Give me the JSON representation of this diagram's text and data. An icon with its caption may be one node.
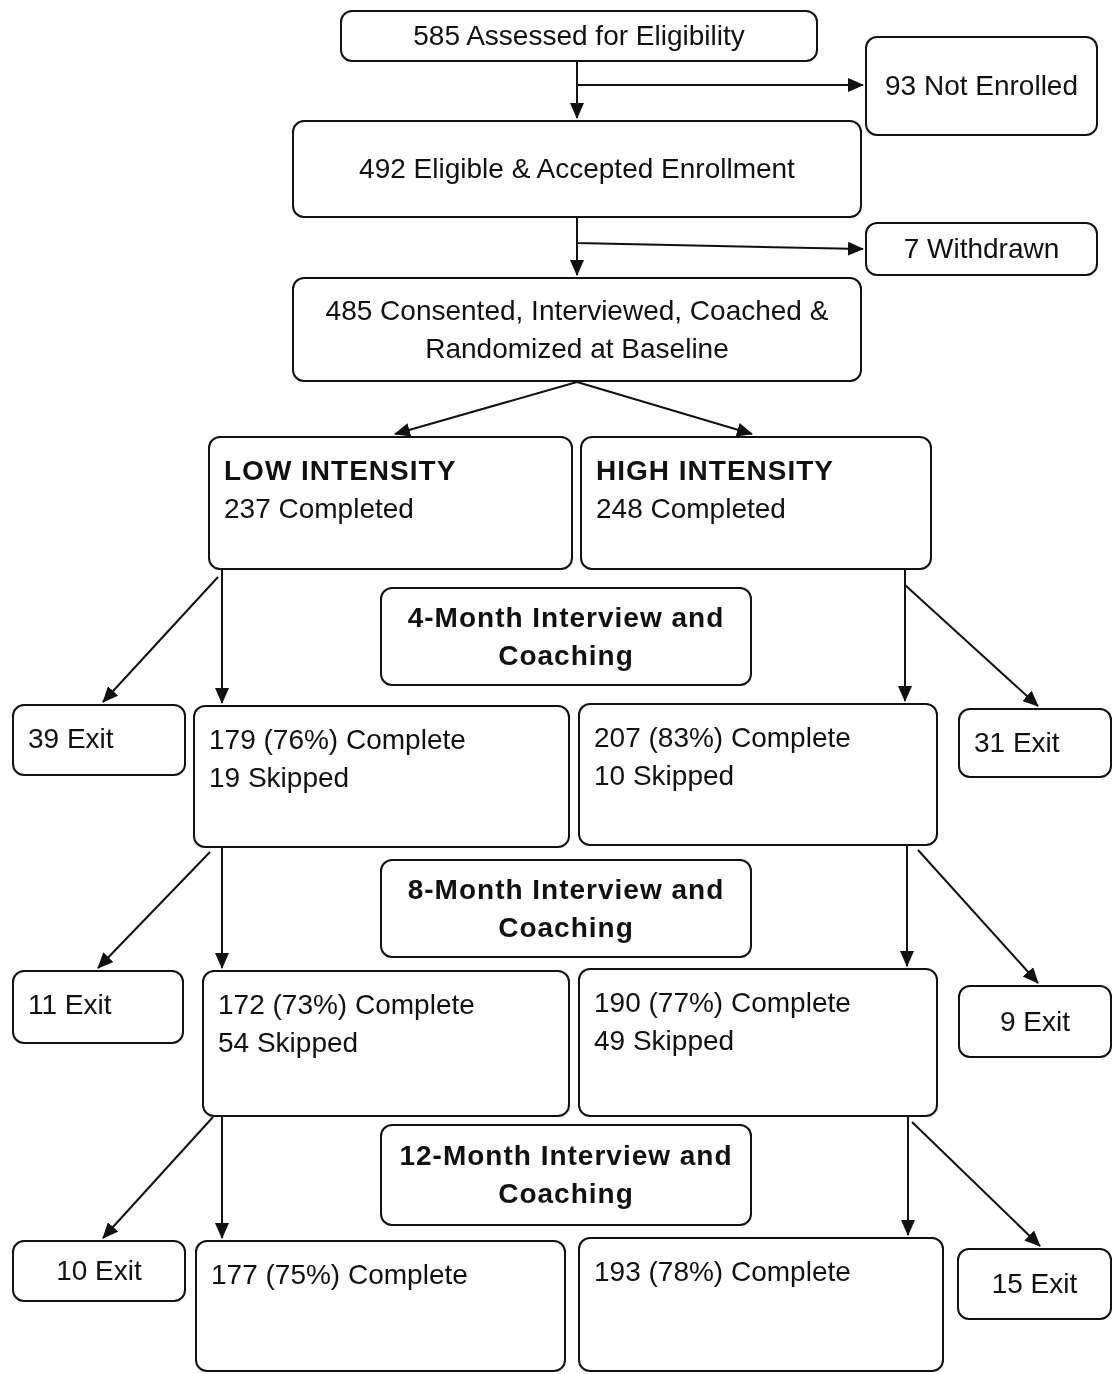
{
  "diagram": {
    "nodes": [
      {
        "text": [
          "585 Assessed for Eligibility"
        ]
      },
      {
        "text": [
          "93 Not Enrolled"
        ]
      },
      {
        "text": [
          "492 Eligible & Accepted Enrollment"
        ]
      },
      {
        "text": [
          "7 Withdrawn"
        ]
      },
      {
        "text": [
          "485 Consented, Interviewed, Coached & Randomized at Baseline"
        ]
      },
      {
        "text": [
          "LOW INTENSITY",
          "237 Completed"
        ]
      },
      {
        "text": [
          "HIGH INTENSITY",
          "248 Completed"
        ]
      },
      {
        "text": [
          "4-Month Interview and Coaching"
        ]
      },
      {
        "text": [
          "39 Exit"
        ]
      },
      {
        "text": [
          "179 (76%) Complete",
          "19 Skipped"
        ]
      },
      {
        "text": [
          "207 (83%) Complete",
          "10 Skipped"
        ]
      },
      {
        "text": [
          "31 Exit"
        ]
      },
      {
        "text": [
          "8-Month Interview and Coaching"
        ]
      },
      {
        "text": [
          "11 Exit"
        ]
      },
      {
        "text": [
          "172 (73%) Complete",
          "54 Skipped"
        ]
      },
      {
        "text": [
          "190 (77%) Complete",
          "49 Skipped"
        ]
      },
      {
        "text": [
          "9 Exit"
        ]
      },
      {
        "text": [
          "12-Month Interview and Coaching"
        ]
      },
      {
        "text": [
          "10 Exit"
        ]
      },
      {
        "text": [
          "177 (75%) Complete"
        ]
      },
      {
        "text": [
          "193 (78%) Complete"
        ]
      },
      {
        "text": [
          "15 Exit"
        ]
      }
    ],
    "edges": [
      {
        "from": 0,
        "to": 2,
        "arrow": "to"
      },
      {
        "from": 0,
        "to": 1,
        "arrow": "to"
      },
      {
        "from": 2,
        "to": 4,
        "arrow": "to"
      },
      {
        "from": 2,
        "to": 3,
        "arrow": "to"
      },
      {
        "from": 4,
        "to": 5,
        "arrow": "to"
      },
      {
        "from": 4,
        "to": 6,
        "arrow": "to"
      },
      {
        "from": 5,
        "to": 8,
        "arrow": "to"
      },
      {
        "from": 5,
        "to": 9,
        "arrow": "to"
      },
      {
        "from": 6,
        "to": 10,
        "arrow": "to"
      },
      {
        "from": 6,
        "to": 11,
        "arrow": "to"
      },
      {
        "from": 9,
        "to": 13,
        "arrow": "to"
      },
      {
        "from": 9,
        "to": 14,
        "arrow": "to"
      },
      {
        "from": 10,
        "to": 15,
        "arrow": "to"
      },
      {
        "from": 10,
        "to": 16,
        "arrow": "to"
      },
      {
        "from": 14,
        "to": 18,
        "arrow": "to"
      },
      {
        "from": 14,
        "to": 19,
        "arrow": "to"
      },
      {
        "from": 15,
        "to": 20,
        "arrow": "to"
      },
      {
        "from": 15,
        "to": 21,
        "arrow": "to"
      }
    ]
  }
}
